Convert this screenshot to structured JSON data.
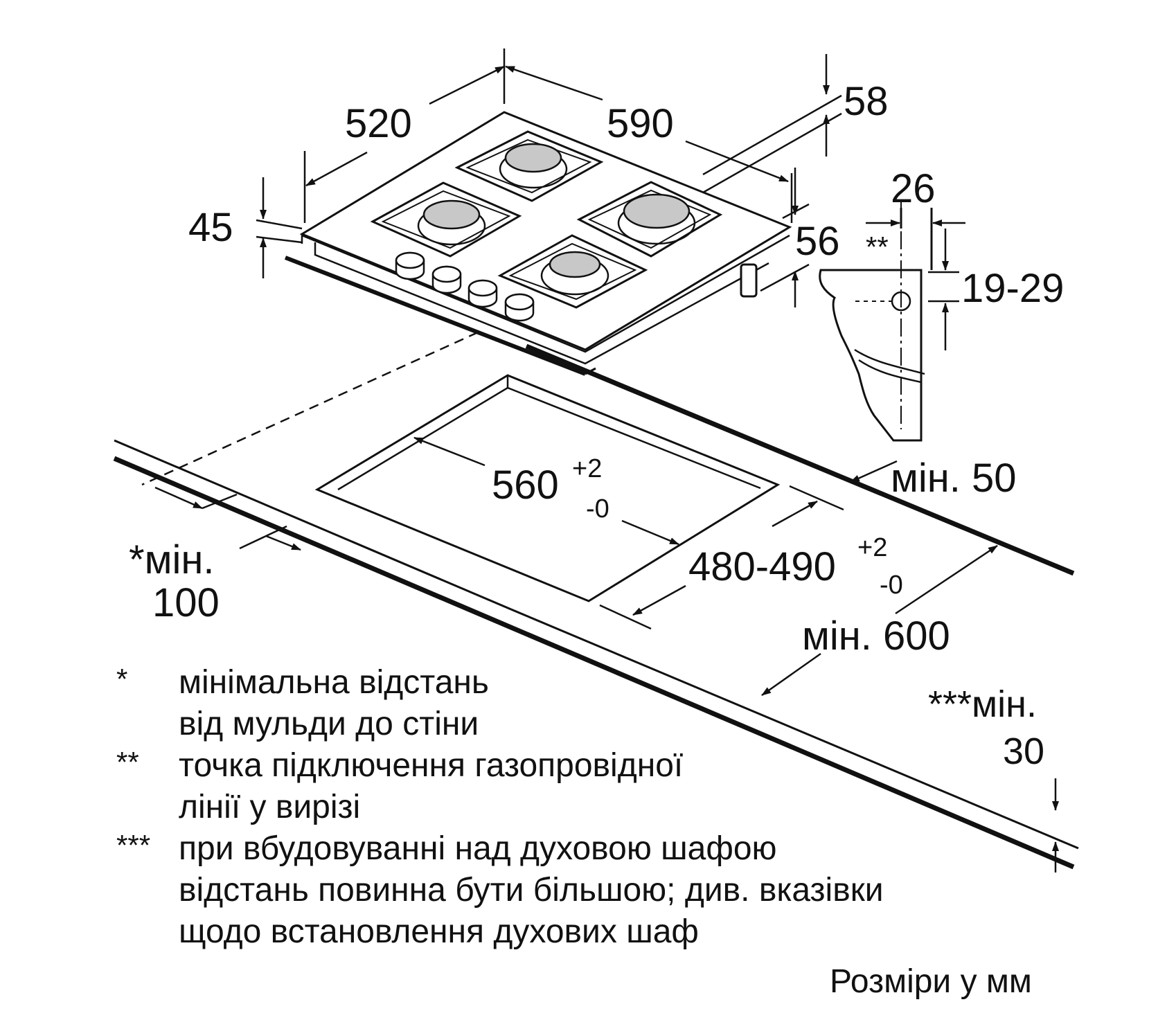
{
  "dimensions": {
    "depth": "520",
    "width": "590",
    "top_height": "58",
    "front_height": "45",
    "leg_height": "56",
    "pipe_offset": "26",
    "pipe_marker": "**",
    "pipe_height": "19-29",
    "cutout_width": "560",
    "cutout_width_tol_plus": "+2",
    "cutout_width_tol_minus": "-0",
    "cutout_depth": "480-490",
    "cutout_depth_tol_plus": "+2",
    "cutout_depth_tol_minus": "-0",
    "back_min": "мін. 50",
    "side_min_label": "*мін.",
    "side_min_value": "100",
    "front_min": "мін. 600",
    "below_min_label": "***мін.",
    "below_min_value": "30"
  },
  "notes": [
    {
      "mark": "*",
      "lines": [
        "мінімальна відстань",
        "від мульди до стіни"
      ]
    },
    {
      "mark": "**",
      "lines": [
        "точка підключення газопровідної",
        "лінії у вирізі"
      ]
    },
    {
      "mark": "***",
      "lines": [
        "при вбудовуванні над духовою шафою",
        "відстань повинна бути більшою; див. вказівки",
        "щодо встановлення духових шаф"
      ]
    }
  ],
  "units": "Розміри у мм",
  "colors": {
    "line": "#111111",
    "burner": "#c8c8c8",
    "background": "#ffffff"
  }
}
